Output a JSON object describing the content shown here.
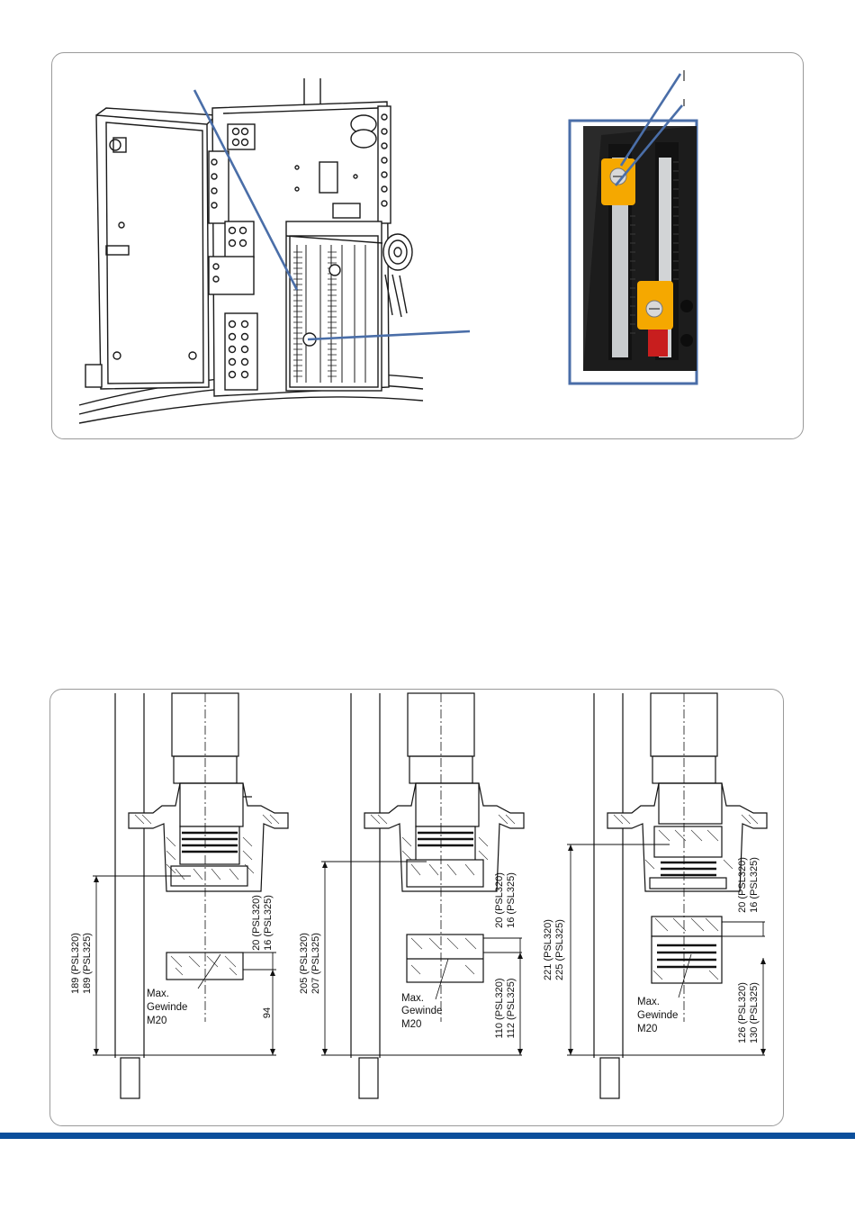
{
  "colors": {
    "accent_blue": "#4a6ea8",
    "footer_blue": "#0b4f9c",
    "frame_gray": "#9a9a9a",
    "slider_yellow": "#f5a800",
    "slider_red": "#c81e1e"
  },
  "bottom_figure": {
    "drawings": [
      {
        "total_label_1": "189 (PSL320)",
        "total_label_2": "189 (PSL325)",
        "gap_label_1": "20 (PSL320)",
        "gap_label_2": "16 (PSL325)",
        "lower_label": "94",
        "note_line1": "Max.",
        "note_line2": "Gewinde",
        "note_line3": "M20"
      },
      {
        "total_label_1": "205 (PSL320)",
        "total_label_2": "207 (PSL325)",
        "gap_label_1": "20 (PSL320)",
        "gap_label_2": "16 (PSL325)",
        "lower_label_1": "110 (PSL320)",
        "lower_label_2": "112 (PSL325)",
        "note_line1": "Max.",
        "note_line2": "Gewinde",
        "note_line3": "M20"
      },
      {
        "total_label_1": "221 (PSL320)",
        "total_label_2": "225 (PSL325)",
        "gap_label_1": "20 (PSL320)",
        "gap_label_2": "16 (PSL325)",
        "lower_label_1": "126 (PSL320)",
        "lower_label_2": "130 (PSL325)",
        "note_line1": "Max.",
        "note_line2": "Gewinde",
        "note_line3": "M20"
      }
    ]
  }
}
